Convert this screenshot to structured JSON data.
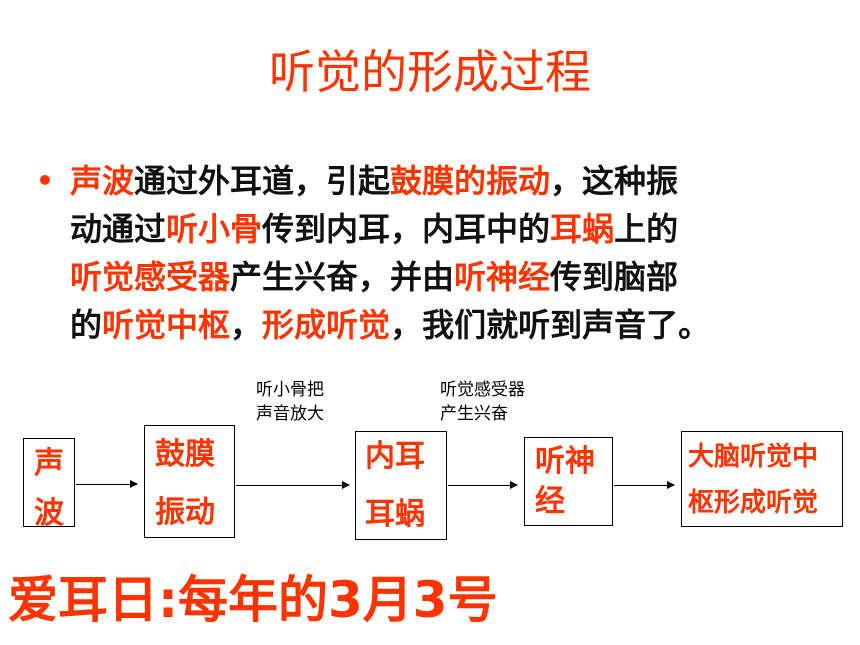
{
  "title": "听觉的形成过程",
  "bullet": {
    "lines": [
      [
        {
          "t": "声波",
          "hl": true
        },
        {
          "t": "通过外耳道，引起",
          "hl": false
        },
        {
          "t": "鼓膜的振动",
          "hl": true
        },
        {
          "t": "，这种振",
          "hl": false
        }
      ],
      [
        {
          "t": "动通过",
          "hl": false
        },
        {
          "t": "听小骨",
          "hl": true
        },
        {
          "t": "传到内耳，内耳中的",
          "hl": false
        },
        {
          "t": "耳蜗",
          "hl": true
        },
        {
          "t": "上的",
          "hl": false
        }
      ],
      [
        {
          "t": "听觉感受器",
          "hl": true
        },
        {
          "t": "产生兴奋，并由",
          "hl": false
        },
        {
          "t": "听神经",
          "hl": true
        },
        {
          "t": "传到脑部",
          "hl": false
        }
      ],
      [
        {
          "t": "的",
          "hl": false
        },
        {
          "t": "听觉中枢",
          "hl": true
        },
        {
          "t": "，",
          "hl": false
        },
        {
          "t": "形成听觉",
          "hl": true
        },
        {
          "t": "，我们就听到声音了。",
          "hl": false
        }
      ]
    ]
  },
  "flow": {
    "box1": {
      "line1": "声",
      "line2": "波"
    },
    "box2": {
      "line1": "鼓膜",
      "line2": "振动"
    },
    "box3": {
      "line1": "内耳",
      "line2": "耳蜗"
    },
    "box4": {
      "line1": "听神",
      "line2": "经"
    },
    "box5": {
      "line1": "大脑听觉中",
      "line2": "枢形成听觉"
    },
    "note1": {
      "line1": "听小骨把",
      "line2": "声音放大"
    },
    "note2": {
      "line1": "听觉感受器",
      "line2": "产生兴奋"
    }
  },
  "footer": "爱耳日:每年的3月3号",
  "colors": {
    "accent": "#ff3300",
    "text": "#111111"
  }
}
